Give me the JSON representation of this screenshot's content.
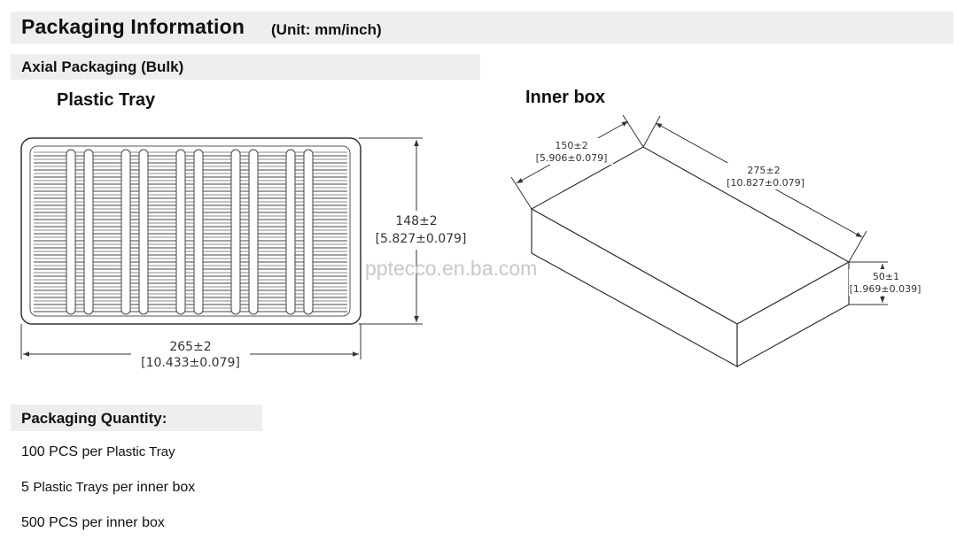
{
  "header": {
    "title": "Packaging Information",
    "unit": "(Unit: mm/inch)"
  },
  "axial": {
    "title": "Axial Packaging (Bulk)"
  },
  "tray": {
    "label": "Plastic Tray",
    "height_dim": "148±2",
    "height_dim_inch": "[5.827±0.079]",
    "width_dim": "265±2",
    "width_dim_inch": "[10.433±0.079]"
  },
  "box": {
    "label": "Inner box",
    "width_dim": "150±2",
    "width_dim_inch": "[5.906±0.079]",
    "length_dim": "275±2",
    "length_dim_inch": "[10.827±0.079]",
    "height_dim": "50±1",
    "height_dim_inch": "[1.969±0.039]"
  },
  "watermark": "pptecco.en.ba.com",
  "quantity": {
    "title": "Packaging Quantity:",
    "line1_a": "100 PCS per",
    "line1_b": "Plastic Tray",
    "line2_a": "5",
    "line2_b": "Plastic Trays",
    "line2_c": "per inner box",
    "line3": "500 PCS per inner box"
  }
}
